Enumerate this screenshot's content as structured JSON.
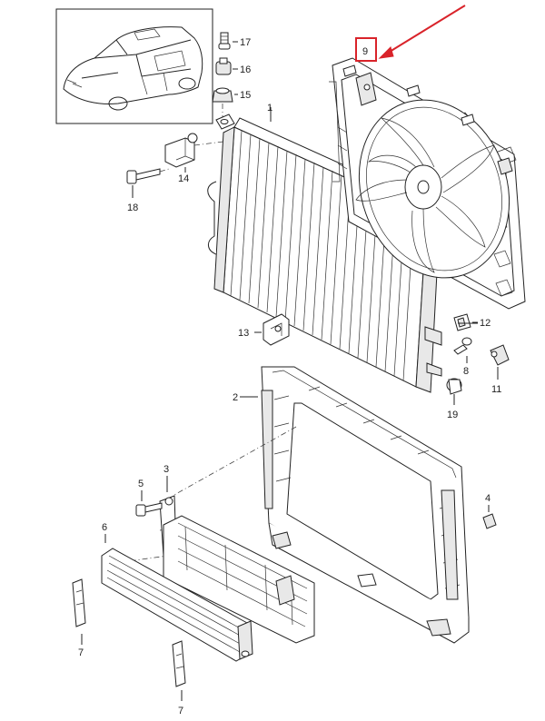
{
  "diagram": {
    "labels": [
      {
        "id": "1",
        "text": "1"
      },
      {
        "id": "2",
        "text": "2"
      },
      {
        "id": "3",
        "text": "3"
      },
      {
        "id": "4",
        "text": "4"
      },
      {
        "id": "5",
        "text": "5"
      },
      {
        "id": "6",
        "text": "6"
      },
      {
        "id": "7a",
        "text": "7"
      },
      {
        "id": "7b",
        "text": "7"
      },
      {
        "id": "8",
        "text": "8"
      },
      {
        "id": "9",
        "text": "9"
      },
      {
        "id": "11",
        "text": "11"
      },
      {
        "id": "12",
        "text": "12"
      },
      {
        "id": "13",
        "text": "13"
      },
      {
        "id": "14",
        "text": "14"
      },
      {
        "id": "15",
        "text": "15"
      },
      {
        "id": "16",
        "text": "16"
      },
      {
        "id": "17",
        "text": "17"
      },
      {
        "id": "18",
        "text": "18"
      },
      {
        "id": "19",
        "text": "19"
      }
    ],
    "highlight": {
      "label": "9",
      "color": "#d9232a"
    },
    "colors": {
      "line": "#222222",
      "highlight": "#d9232a",
      "fill_gray": "#e8e8e8"
    }
  }
}
